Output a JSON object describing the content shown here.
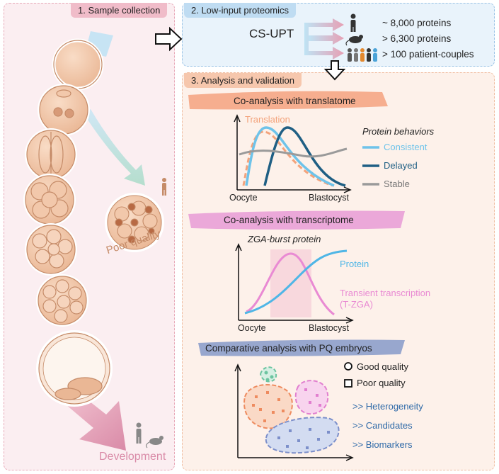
{
  "panel1": {
    "title": "1. Sample collection",
    "poor_quality": "Poor quality",
    "development": "Development"
  },
  "panel2": {
    "title": "2. Low-input proteomics",
    "method": "CS-UPT",
    "items": [
      "~ 8,000 proteins",
      "> 6,300 proteins",
      "> 100 patient-couples"
    ]
  },
  "panel3": {
    "title": "3. Analysis and validation",
    "translatome": {
      "title": "Co-analysis with translatome",
      "series_label": "Translation",
      "legend_title": "Protein behaviors",
      "legend": [
        "Consistent",
        "Delayed",
        "Stable"
      ],
      "x_start": "Oocyte",
      "x_end": "Blastocyst"
    },
    "transcriptome": {
      "title": "Co-analysis with transcriptome",
      "subtitle": "ZGA-burst protein",
      "protein": "Protein",
      "transient_1": "Transient transcription",
      "transient_2": "(T-ZGA)",
      "x_start": "Oocyte",
      "x_end": "Blastocyst"
    },
    "pq": {
      "title": "Comparative analysis with PQ embryos",
      "good": "Good quality",
      "poor": "Poor quality",
      "findings": [
        ">> Heterogeneity",
        ">> Candidates",
        ">> Biomarkers"
      ]
    }
  },
  "colors": {
    "consistent": "#6ec3ea",
    "delayed": "#1f5f84",
    "stable": "#9a9a9a",
    "translation": "#f3a37c",
    "transient": "#e98ad3",
    "protein": "#4fb6e6"
  }
}
